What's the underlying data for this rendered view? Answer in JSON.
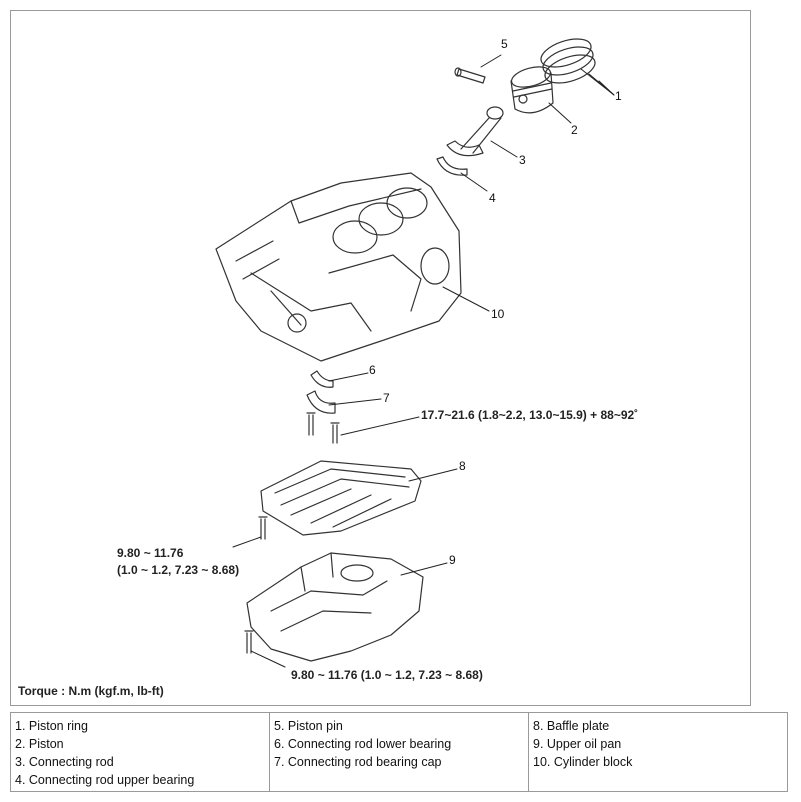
{
  "diagram": {
    "callouts": [
      "1",
      "2",
      "3",
      "4",
      "5",
      "6",
      "7",
      "8",
      "9",
      "10"
    ],
    "torque_specs": {
      "main_bearing_cap_bolt": "17.7~21.6 (1.8~2.2, 13.0~15.9) + 88~92˚",
      "baffle_plate_bolt_line1": "9.80 ~ 11.76",
      "baffle_plate_bolt_line2": "(1.0 ~ 1.2, 7.23 ~ 8.68)",
      "oil_pan_bolt": "9.80 ~ 11.76 (1.0 ~ 1.2, 7.23 ~ 8.68)"
    },
    "torque_caption": "Torque : N.m (kgf.m, lb-ft)"
  },
  "legend": {
    "columns": [
      [
        "1. Piston ring",
        "2. Piston",
        "3. Connecting rod",
        "4. Connecting rod upper bearing"
      ],
      [
        "5. Piston pin",
        "6. Connecting rod lower bearing",
        "7. Connecting rod bearing cap"
      ],
      [
        "8. Baffle plate",
        "9. Upper oil pan",
        "10. Cylinder block"
      ]
    ]
  }
}
